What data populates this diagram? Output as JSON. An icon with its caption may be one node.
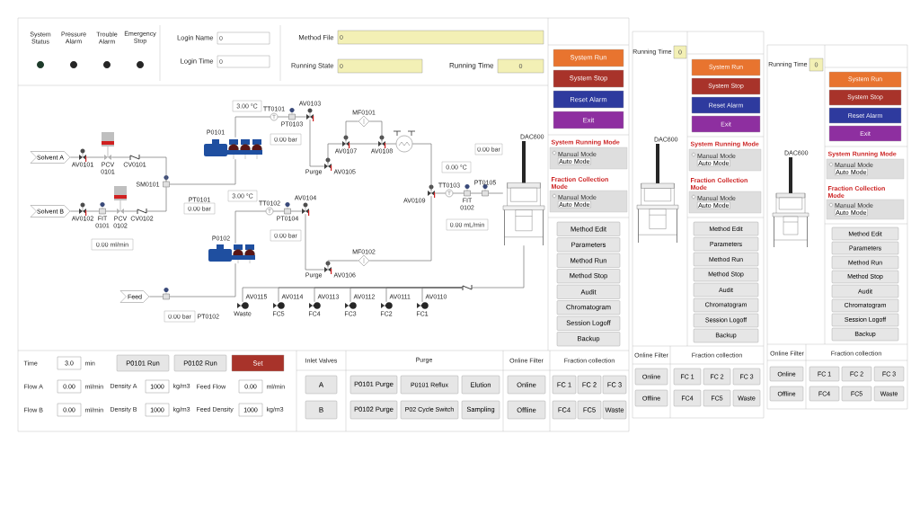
{
  "diagram": {
    "nodes": [
      {
        "text": [],
        "shape": "box"
      },
      {
        "text": [
          "0"
        ],
        "in": 0
      },
      {
        "text": [
          "0"
        ],
        "in": 0
      },
      {
        "text": [
          "0"
        ],
        "in": 0
      },
      {
        "text": [
          "0"
        ],
        "in": 0
      },
      {
        "text": [
          "0"
        ],
        "in": 0
      },
      {
        "text": [
          "System Run"
        ],
        "in": 0
      },
      {
        "text": [
          "System Stop"
        ],
        "in": 0
      },
      {
        "text": [
          "Reset Alarm"
        ],
        "in": 0
      },
      {
        "text": [
          "Exit"
        ],
        "in": 0
      },
      {
        "text": [
          "System Running Mode",
          "Manual Mode",
          "Auto Mode"
        ],
        "in": 0
      },
      {
        "text": [
          "Fraction Collection Mode",
          "Manual Mode",
          "Auto Mode"
        ],
        "in": 0
      },
      {
        "text": [
          "Method Edit"
        ],
        "in": 0
      },
      {
        "text": [
          "Parameters"
        ],
        "in": 0
      },
      {
        "text": [
          "Method Run"
        ],
        "in": 0
      },
      {
        "text": [
          "Method Stop"
        ],
        "in": 0
      },
      {
        "text": [
          "Audit"
        ],
        "in": 0
      },
      {
        "text": [
          "Chromatogram"
        ],
        "in": 0
      },
      {
        "text": [
          "Session Logoff"
        ],
        "in": 0
      },
      {
        "text": [
          "Backup"
        ],
        "in": 0
      },
      {
        "text": [
          "3.0"
        ],
        "in": 0
      },
      {
        "text": [
          "P0101 Run"
        ],
        "in": 0
      },
      {
        "text": [
          "P0102 Run"
        ],
        "in": 0
      },
      {
        "text": [
          "Set"
        ],
        "in": 0
      },
      {
        "text": [
          "0.00"
        ],
        "in": 0
      },
      {
        "text": [
          "1000"
        ],
        "in": 0
      },
      {
        "text": [
          "0.00"
        ],
        "in": 0
      },
      {
        "text": [
          "0.00"
        ],
        "in": 0
      },
      {
        "text": [
          "1000"
        ],
        "in": 0
      },
      {
        "text": [
          "1000"
        ],
        "in": 0
      },
      {
        "text": [
          "A"
        ],
        "in": 0
      },
      {
        "text": [
          "B"
        ],
        "in": 0
      },
      {
        "text": [
          "P0101 Purge"
        ],
        "in": 0
      },
      {
        "text": [
          "P0101 Reflux"
        ],
        "in": 0
      },
      {
        "text": [
          "Elution"
        ],
        "in": 0
      },
      {
        "text": [
          "P0102 Purge"
        ],
        "in": 0
      },
      {
        "text": [
          "P02 Cycle Switch"
        ],
        "in": 0
      },
      {
        "text": [
          "Sampling"
        ],
        "in": 0
      },
      {
        "text": [
          "Online"
        ],
        "in": 0
      },
      {
        "text": [
          "Offline"
        ],
        "in": 0
      },
      {
        "text": [
          "FC 1"
        ],
        "in": 0
      },
      {
        "text": [
          "FC 2"
        ],
        "in": 0
      },
      {
        "text": [
          "FC 3"
        ],
        "in": 0
      },
      {
        "text": [
          "FC4"
        ],
        "in": 0
      },
      {
        "text": [
          "FC5"
        ],
        "in": 0
      },
      {
        "text": [
          "Waste"
        ],
        "in": 0
      },
      {
        "text": [
          "Solvent A"
        ],
        "in": 0
      },
      {
        "text": [
          "Solvent B"
        ],
        "in": 0
      },
      {
        "text": [
          "Feed"
        ],
        "in": 0
      },
      {
        "text": [],
        "shape": "valve",
        "beside": [
          "AV0101"
        ],
        "in": 0
      },
      {
        "text": [],
        "shape": "valve",
        "beside": [
          "PCV 0101"
        ],
        "in": 0
      },
      {
        "text": [],
        "shape": "valve",
        "beside": [
          "CV0101"
        ],
        "in": 0
      },
      {
        "text": [],
        "shape": "valve",
        "beside": [
          "AV0102"
        ],
        "in": 0
      },
      {
        "text": [],
        "shape": "transmitter",
        "beside": [
          "FIT 0101"
        ],
        "in": 0
      },
      {
        "text": [],
        "shape": "valve",
        "beside": [
          "PCV 0102"
        ],
        "in": 0
      },
      {
        "text": [],
        "shape": "valve",
        "beside": [
          "CV0102"
        ],
        "in": 0
      },
      {
        "text": [
          "0.00 ml/min"
        ],
        "in": 0
      },
      {
        "text": [],
        "shape": "transmitter",
        "beside": [
          "SM0101"
        ],
        "in": 0
      },
      {
        "text": [],
        "shape": "pump",
        "beside": [
          "P0101"
        ],
        "in": 0
      },
      {
        "text": [],
        "shape": "pump",
        "beside": [
          "P0102"
        ],
        "in": 0
      },
      {
        "text": [],
        "shape": "transmitter",
        "in": 0
      },
      {
        "text": [
          "0.00 bar"
        ],
        "beside": [
          "PT0101"
        ],
        "in": 0
      },
      {
        "text": [
          "0.00 bar"
        ],
        "beside": [
          "PT0102"
        ],
        "in": 0
      },
      {
        "text": [],
        "shape": "circle",
        "beside": [
          "TT0101"
        ],
        "in": 0
      },
      {
        "text": [
          "3.00 °C"
        ],
        "in": 0
      },
      {
        "text": [],
        "shape": "transmitter",
        "beside": [
          "PT0103"
        ],
        "in": 0
      },
      {
        "text": [
          "0.00 bar"
        ],
        "in": 0
      },
      {
        "text": [],
        "shape": "valve",
        "beside": [
          "AV0103"
        ],
        "in": 0
      },
      {
        "text": [],
        "shape": "circle",
        "beside": [
          "TT0102"
        ],
        "in": 0
      },
      {
        "text": [
          "3.00 °C"
        ],
        "in": 0
      },
      {
        "text": [],
        "shape": "transmitter",
        "beside": [
          "PT0104"
        ],
        "in": 0
      },
      {
        "text": [
          "0.00 bar"
        ],
        "in": 0
      },
      {
        "text": [],
        "shape": "valve",
        "beside": [
          "AV0104"
        ],
        "in": 0
      },
      {
        "text": [],
        "shape": "valve",
        "beside": [
          "AV0105",
          "Purge"
        ],
        "in": 0
      },
      {
        "text": [],
        "shape": "valve",
        "beside": [
          "AV0106",
          "Purge"
        ],
        "in": 0
      },
      {
        "text": [],
        "shape": "valve",
        "beside": [
          "AV0107"
        ],
        "in": 0
      },
      {
        "text": [],
        "shape": "valve",
        "beside": [
          "AV0108"
        ],
        "in": 0
      },
      {
        "text": [],
        "shape": "diamond",
        "beside": [
          "MF0101"
        ],
        "in": 0
      },
      {
        "text": [],
        "shape": "diamond",
        "beside": [
          "MF0102"
        ],
        "in": 0
      },
      {
        "text": [],
        "shape": "circle",
        "in": 0
      },
      {
        "text": [],
        "shape": "valve",
        "beside": [
          "AV0109"
        ],
        "in": 0
      },
      {
        "text": [],
        "shape": "circle",
        "beside": [
          "TT0103"
        ],
        "in": 0
      },
      {
        "text": [
          "0.00 °C"
        ],
        "in": 0
      },
      {
        "text": [],
        "shape": "transmitter",
        "beside": [
          "FIT 0102"
        ],
        "in": 0
      },
      {
        "text": [],
        "shape": "transmitter",
        "beside": [
          "PT0105"
        ],
        "in": 0
      },
      {
        "text": [
          "0.00 bar"
        ],
        "in": 0
      },
      {
        "text": [
          "0.00 mL/min"
        ],
        "in": 0
      },
      {
        "text": [],
        "shape": "column",
        "beside": [
          "DAC600"
        ],
        "in": 0
      },
      {
        "text": [],
        "shape": "valve",
        "in": 0
      },
      {
        "text": [],
        "shape": "valve",
        "beside": [
          "AV0115",
          "Waste"
        ],
        "in": 0
      },
      {
        "text": [],
        "shape": "valve",
        "beside": [
          "AV0114",
          "FC5"
        ],
        "in": 0
      },
      {
        "text": [],
        "shape": "valve",
        "beside": [
          "AV0113",
          "FC4"
        ],
        "in": 0
      },
      {
        "text": [],
        "shape": "valve",
        "beside": [
          "AV0112",
          "FC3"
        ],
        "in": 0
      },
      {
        "text": [],
        "shape": "valve",
        "beside": [
          "AV0111",
          "FC2"
        ],
        "in": 0
      },
      {
        "text": [],
        "shape": "valve",
        "beside": [
          "AV0110",
          "FC1"
        ],
        "in": 0
      },
      {
        "text": [],
        "shape": "box"
      },
      {
        "text": [
          "0"
        ],
        "in": 95
      },
      {
        "text": [],
        "shape": "column",
        "beside": [
          "DAC600"
        ],
        "in": 95
      },
      {
        "text": [
          "System Run"
        ],
        "in": 95
      },
      {
        "text": [
          "System Stop"
        ],
        "in": 95
      },
      {
        "text": [
          "Reset Alarm"
        ],
        "in": 95
      },
      {
        "text": [
          "Exit"
        ],
        "in": 95
      },
      {
        "text": [
          "System Running Mode",
          "Manual Mode",
          "Auto Mode"
        ],
        "in": 95
      },
      {
        "text": [
          "Fraction Collection Mode",
          "Manual Mode",
          "Auto Mode"
        ],
        "in": 95
      },
      {
        "text": [
          "Method Edit"
        ],
        "in": 95
      },
      {
        "text": [
          "Parameters"
        ],
        "in": 95
      },
      {
        "text": [
          "Method Run"
        ],
        "in": 95
      },
      {
        "text": [
          "Method Stop"
        ],
        "in": 95
      },
      {
        "text": [
          "Audit"
        ],
        "in": 95
      },
      {
        "text": [
          "Chromatogram"
        ],
        "in": 95
      },
      {
        "text": [
          "Session Logoff"
        ],
        "in": 95
      },
      {
        "text": [
          "Backup"
        ],
        "in": 95
      },
      {
        "text": [
          "Online"
        ],
        "in": 95
      },
      {
        "text": [
          "Offline"
        ],
        "in": 95
      },
      {
        "text": [
          "FC 1"
        ],
        "in": 95
      },
      {
        "text": [
          "FC 2"
        ],
        "in": 95
      },
      {
        "text": [
          "FC 3"
        ],
        "in": 95
      },
      {
        "text": [
          "FC4"
        ],
        "in": 95
      },
      {
        "text": [
          "FC5"
        ],
        "in": 95
      },
      {
        "text": [
          "Waste"
        ],
        "in": 95
      },
      {
        "text": [],
        "shape": "box"
      },
      {
        "text": [
          "0"
        ],
        "in": 120
      },
      {
        "text": [],
        "shape": "column",
        "beside": [
          "DAC600"
        ],
        "in": 120
      },
      {
        "text": [
          "System Run"
        ],
        "in": 120
      },
      {
        "text": [
          "System Stop"
        ],
        "in": 120
      },
      {
        "text": [
          "Reset Alarm"
        ],
        "in": 120
      },
      {
        "text": [
          "Exit"
        ],
        "in": 120
      },
      {
        "text": [
          "System Running Mode",
          "Manual Mode",
          "Auto Mode"
        ],
        "in": 120
      },
      {
        "text": [
          "Fraction Collection Mode",
          "Manual Mode",
          "Auto Mode"
        ],
        "in": 120
      },
      {
        "text": [
          "Method Edit"
        ],
        "in": 120
      },
      {
        "text": [
          "Parameters"
        ],
        "in": 120
      },
      {
        "text": [
          "Method Run"
        ],
        "in": 120
      },
      {
        "text": [
          "Method Stop"
        ],
        "in": 120
      },
      {
        "text": [
          "Audit"
        ],
        "in": 120
      },
      {
        "text": [
          "Chromatogram"
        ],
        "in": 120
      },
      {
        "text": [
          "Session Logoff"
        ],
        "in": 120
      },
      {
        "text": [
          "Backup"
        ],
        "in": 120
      },
      {
        "text": [
          "Online"
        ],
        "in": 120
      },
      {
        "text": [
          "Offline"
        ],
        "in": 120
      },
      {
        "text": [
          "FC 1"
        ],
        "in": 120
      },
      {
        "text": [
          "FC 2"
        ],
        "in": 120
      },
      {
        "text": [
          "FC 3"
        ],
        "in": 120
      },
      {
        "text": [
          "FC4"
        ],
        "in": 120
      },
      {
        "text": [
          "FC5"
        ],
        "in": 120
      },
      {
        "text": [
          "Waste"
        ],
        "in": 120
      }
    ],
    "edges": [
      {
        "from": 46,
        "to": 49,
        "arrow": "none"
      },
      {
        "from": 49,
        "to": 50,
        "arrow": "none"
      },
      {
        "from": 50,
        "to": 51,
        "arrow": "none"
      },
      {
        "from": 47,
        "to": 52,
        "arrow": "none"
      },
      {
        "from": 52,
        "to": 53,
        "arrow": "none"
      },
      {
        "from": 53,
        "to": 54,
        "arrow": "none"
      },
      {
        "from": 54,
        "to": 55,
        "arrow": "none"
      },
      {
        "from": 51,
        "to": 57,
        "arrow": "none"
      },
      {
        "from": 55,
        "to": 57,
        "arrow": "none"
      },
      {
        "from": 57,
        "to": 58,
        "arrow": "none"
      },
      {
        "from": 48,
        "to": 60,
        "arrow": "none"
      },
      {
        "from": 60,
        "to": 59,
        "arrow": "none"
      },
      {
        "from": 58,
        "to": 63,
        "arrow": "none"
      },
      {
        "from": 63,
        "to": 65,
        "arrow": "none"
      },
      {
        "from": 65,
        "to": 67,
        "arrow": "none"
      },
      {
        "from": 59,
        "to": 68,
        "arrow": "none"
      },
      {
        "from": 68,
        "to": 70,
        "arrow": "none"
      },
      {
        "from": 70,
        "to": 72,
        "arrow": "none"
      },
      {
        "from": 67,
        "to": 73,
        "arrow": "none"
      },
      {
        "from": 72,
        "to": 74,
        "arrow": "none"
      },
      {
        "from": 73,
        "to": 75,
        "arrow": "none"
      },
      {
        "from": 75,
        "to": 77,
        "arrow": "none"
      },
      {
        "from": 77,
        "to": 76,
        "arrow": "none"
      },
      {
        "from": 75,
        "to": 76,
        "arrow": "none"
      },
      {
        "from": 76,
        "to": 79,
        "arrow": "none"
      },
      {
        "from": 79,
        "to": 80,
        "arrow": "none"
      },
      {
        "from": 74,
        "to": 78,
        "arrow": "none"
      },
      {
        "from": 78,
        "to": 80,
        "arrow": "none"
      },
      {
        "from": 80,
        "to": 81,
        "arrow": "none"
      },
      {
        "from": 81,
        "to": 83,
        "arrow": "none"
      },
      {
        "from": 83,
        "to": 84,
        "arrow": "none"
      },
      {
        "from": 84,
        "to": 87,
        "arrow": "none"
      },
      {
        "from": 87,
        "to": 88,
        "arrow": "none"
      },
      {
        "from": 88,
        "to": 89,
        "arrow": "none"
      },
      {
        "from": 88,
        "to": 90,
        "arrow": "none"
      },
      {
        "from": 88,
        "to": 91,
        "arrow": "none"
      },
      {
        "from": 88,
        "to": 92,
        "arrow": "none"
      },
      {
        "from": 88,
        "to": 93,
        "arrow": "none"
      },
      {
        "from": 88,
        "to": 94,
        "arrow": "none"
      }
    ],
    "labels": [
      "System Status",
      "Pressure Alarm",
      "Trouble Alarm",
      "Emergency Stop",
      "Login Name",
      "Login Time",
      "Method File",
      "Running State",
      "Running Time",
      "Time",
      "min",
      "Flow A",
      "ml/min",
      "Density A",
      "kg/m3",
      "Feed Flow",
      "ml/min",
      "Flow B",
      "ml/min",
      "Density B",
      "kg/m3",
      "Feed Density",
      "kg/m3",
      "Inlet Valves",
      "Purge",
      "Online Filter",
      "Fraction collection",
      "Running Time",
      "Online Filter",
      "Fraction collection",
      "Running Time",
      "Online Filter",
      "Fraction collection"
    ]
  }
}
